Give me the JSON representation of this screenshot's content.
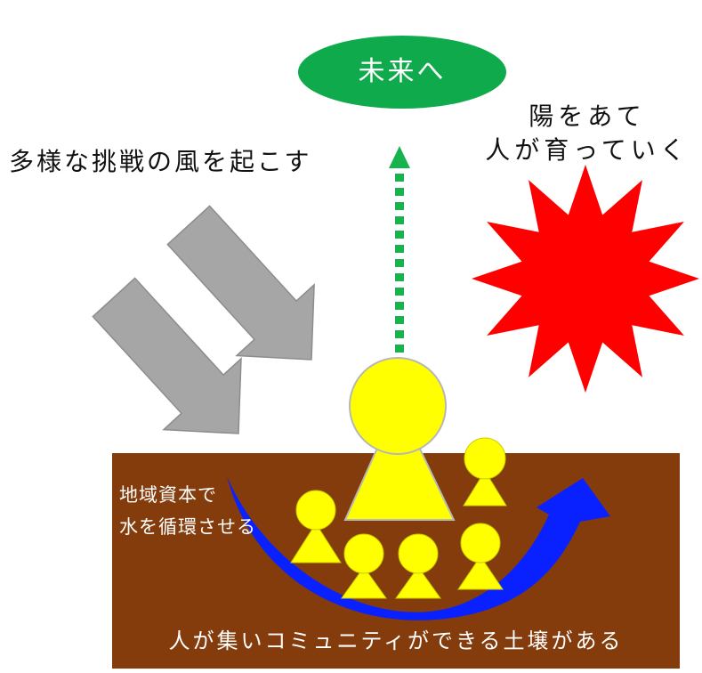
{
  "future": {
    "label": "未来へ"
  },
  "sun": {
    "line1": "陽をあて",
    "line2": "人が育っていく"
  },
  "wind": {
    "label": "多様な挑戦の風を起こす"
  },
  "capital": {
    "line1": "地域資本で",
    "line2": "水を循環させる"
  },
  "soil": {
    "label": "人が集いコミュニティができる土壌がある"
  },
  "colors": {
    "future_bubble": "#0faa4b",
    "future_arrow": "#18b34f",
    "sun": "#ff0000",
    "wind_arrow": "#a6a6a6",
    "soil": "#843c0c",
    "people": "#ffff00",
    "water_arrow": "#0a21ff",
    "light_text": "#ffffff",
    "dark_text": "#111111"
  }
}
